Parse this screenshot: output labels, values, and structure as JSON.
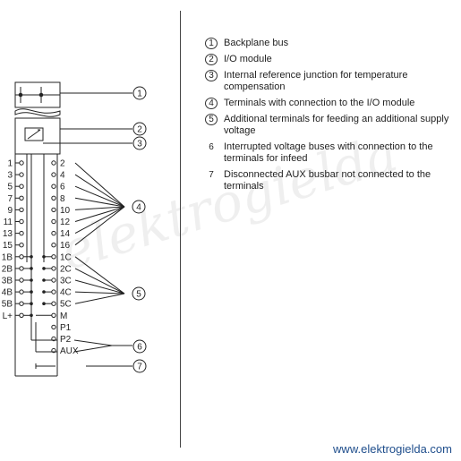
{
  "watermark": "elektrogielda",
  "footer_url": "www.elektrogielda.com",
  "terminals_left": [
    "1",
    "3",
    "5",
    "7",
    "9",
    "11",
    "13",
    "15",
    "1B",
    "2B",
    "3B",
    "4B",
    "5B",
    "L+"
  ],
  "terminals_right": [
    "2",
    "4",
    "6",
    "8",
    "10",
    "12",
    "14",
    "16",
    "1C",
    "2C",
    "3C",
    "4C",
    "5C",
    "M",
    "P1",
    "P2",
    "AUX"
  ],
  "callouts": [
    "1",
    "2",
    "3",
    "4",
    "5",
    "6",
    "7"
  ],
  "legend": [
    {
      "marker": "1",
      "circled": true,
      "text": "Backplane bus"
    },
    {
      "marker": "2",
      "circled": true,
      "text": "I/O module"
    },
    {
      "marker": "3",
      "circled": true,
      "text": "Internal reference junction for temperature compensation"
    },
    {
      "marker": "4",
      "circled": true,
      "text": "Terminals with connection to the I/O module"
    },
    {
      "marker": "5",
      "circled": true,
      "text": "Additional terminals for feeding an additional supply voltage"
    },
    {
      "marker": "6",
      "circled": false,
      "text": "Interrupted voltage buses with connection to the terminals for infeed"
    },
    {
      "marker": "7",
      "circled": false,
      "text": "Disconnected AUX busbar not connected to the terminals"
    }
  ]
}
